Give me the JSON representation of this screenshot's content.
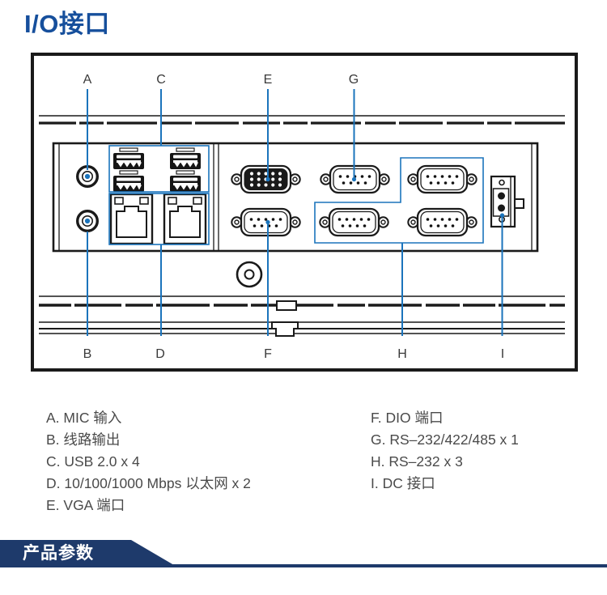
{
  "title": "I/O接口",
  "banner": {
    "label": "产品参数"
  },
  "colors": {
    "title_blue": "#164f9c",
    "banner_navy": "#1e3a6b",
    "leader_blue": "#1b74bc",
    "drawing_black": "#1a1a1a",
    "legend_gray": "#4a4a4a"
  },
  "diagram": {
    "top_labels": [
      "A",
      "C",
      "E",
      "G"
    ],
    "bottom_labels": [
      "B",
      "D",
      "F",
      "H",
      "I"
    ]
  },
  "legend": {
    "left": [
      "A. MIC 输入",
      "B. 线路输出",
      "C. USB 2.0 x 4",
      "D. 10/100/1000 Mbps 以太网 x 2",
      "E. VGA 端口"
    ],
    "right": [
      "F. DIO 端口",
      "G. RS–232/422/485 x 1",
      "H. RS–232 x 3",
      "I. DC 接口"
    ]
  }
}
